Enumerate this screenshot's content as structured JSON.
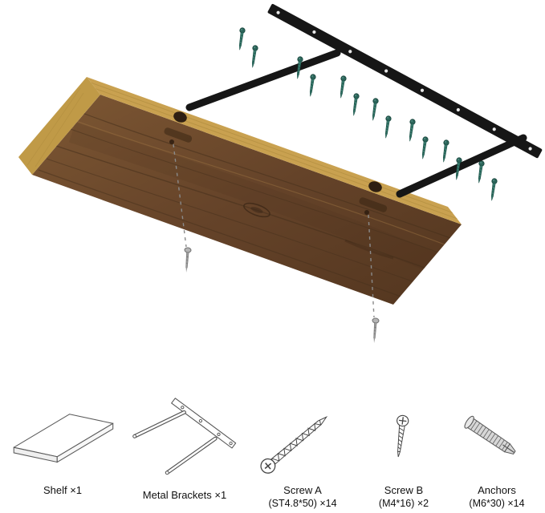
{
  "diagram": {
    "colors": {
      "wood": "#6e4b2d",
      "wood_dark": "#503520",
      "edge": "#c9a150",
      "bracket": "#161616",
      "screw_green": "#3a7c6f",
      "screw_gray": "#9a9a9a",
      "line_art": "#4a4a4a"
    },
    "elements": [
      "wood-shelf",
      "metal-bracket-rail",
      "bracket-rods",
      "green-screws",
      "gray-screws",
      "alignment-dashed-lines"
    ]
  },
  "parts": [
    {
      "id": "shelf",
      "label": "Shelf ×1",
      "spec": ""
    },
    {
      "id": "metal-brackets",
      "label": "Metal Brackets ×1",
      "spec": ""
    },
    {
      "id": "screw-a",
      "label": "Screw A",
      "spec": "(ST4.8*50) ×14"
    },
    {
      "id": "screw-b",
      "label": "Screw B",
      "spec": "(M4*16) ×2"
    },
    {
      "id": "anchors",
      "label": "Anchors",
      "spec": "(M6*30) ×14"
    }
  ]
}
